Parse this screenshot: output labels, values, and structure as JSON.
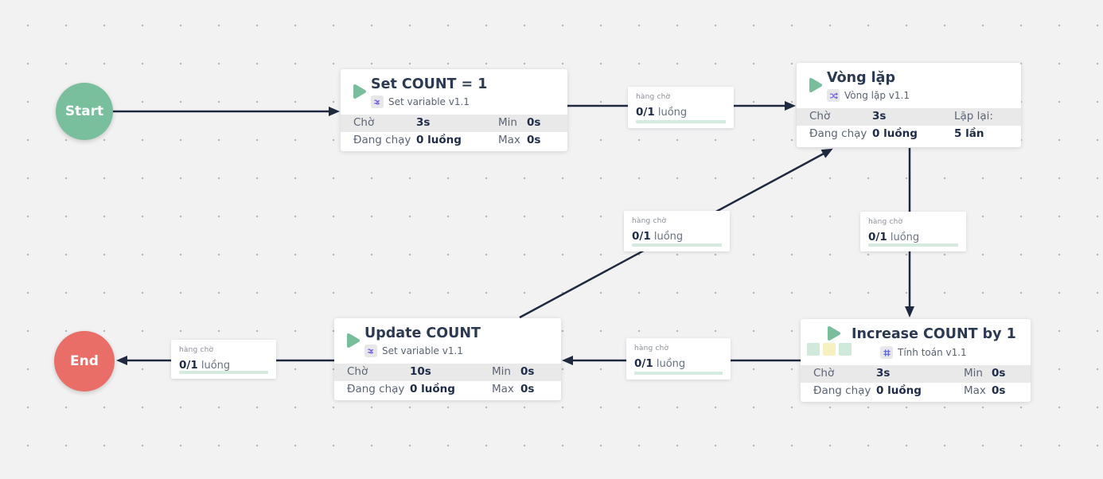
{
  "canvas": {
    "background": "#f2f2f3",
    "dot_color": "#b5b5b9",
    "edge_color": "#1f2a40",
    "progress_color": "#d6ebdf"
  },
  "start_node": {
    "label": "Start",
    "color": "#7abf9d"
  },
  "end_node": {
    "label": "End",
    "color": "#e96e68"
  },
  "nodes": {
    "set_count": {
      "title": "Set COUNT = 1",
      "type_icon": "variable-icon",
      "type_label": "Set variable v1.1",
      "stats": {
        "wait_label": "Chờ",
        "wait_value": "3s",
        "min_label": "Min",
        "min_value": "0s",
        "running_label": "Đang chạy",
        "running_value": "0 luồng",
        "max_label": "Max",
        "max_value": "0s"
      }
    },
    "vong_lap": {
      "title": "Vòng lặp",
      "type_icon": "loop-icon",
      "type_label": "Vòng lặp v1.1",
      "stats": {
        "wait_label": "Chờ",
        "wait_value": "3s",
        "repeat_label": "Lặp lại:",
        "running_label": "Đang chạy",
        "running_value": "0 luồng",
        "repeat_value": "5 lần"
      }
    },
    "increase": {
      "title": "Increase COUNT by 1",
      "type_icon": "calculator-icon",
      "type_label": "Tính toán v1.1",
      "badge_colors": [
        "#cfe9da",
        "#f7f1c1",
        "#cfe9da"
      ],
      "stats": {
        "wait_label": "Chờ",
        "wait_value": "3s",
        "min_label": "Min",
        "min_value": "0s",
        "running_label": "Đang chạy",
        "running_value": "0 luồng",
        "max_label": "Max",
        "max_value": "0s"
      }
    },
    "update": {
      "title": "Update COUNT",
      "type_icon": "variable-icon",
      "type_label": "Set variable v1.1",
      "stats": {
        "wait_label": "Chờ",
        "wait_value": "10s",
        "min_label": "Min",
        "min_value": "0s",
        "running_label": "Đang chạy",
        "running_value": "0 luồng",
        "max_label": "Max",
        "max_value": "0s"
      }
    }
  },
  "queues": [
    {
      "label": "hàng chờ",
      "value": "0/1",
      "unit": "luồng"
    },
    {
      "label": "hàng chờ",
      "value": "0/1",
      "unit": "luồng"
    },
    {
      "label": "hàng chờ",
      "value": "0/1",
      "unit": "luồng"
    },
    {
      "label": "hàng chờ",
      "value": "0/1",
      "unit": "luồng"
    },
    {
      "label": "hàng chờ",
      "value": "0/1",
      "unit": "luồng"
    }
  ]
}
